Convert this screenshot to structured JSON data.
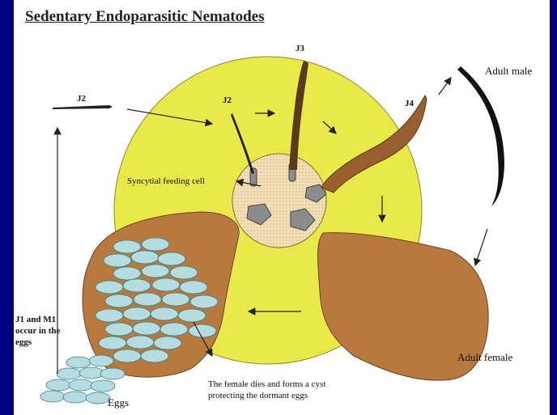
{
  "title": "Sedentary Endoparasitic Nematodes",
  "colors": {
    "background": "#000080",
    "slide": "#ffffff",
    "root": "#e9ea4a",
    "brown": "#b8793f",
    "egg": "#b5dde0",
    "feeding_cell": "#f2dfb6",
    "nematode_dark": "#5a3a1a"
  },
  "labels": {
    "j2_free": "J2",
    "j2_root": "J2",
    "j3": "J3",
    "j4": "J4",
    "adult_male": "Adult male",
    "syncytial": "Syncytial feeding cell",
    "j1_m1": "J1 and M1\noccur in the\neggs",
    "adult_female": "Adult female",
    "female_dies": "The female dies and  forms a cyst\nprotecting the dormant eggs",
    "eggs": "Eggs"
  },
  "stages": [
    "Eggs",
    "J1 and M1",
    "J2",
    "J3",
    "J4",
    "Adult male",
    "Adult female",
    "Cyst"
  ]
}
